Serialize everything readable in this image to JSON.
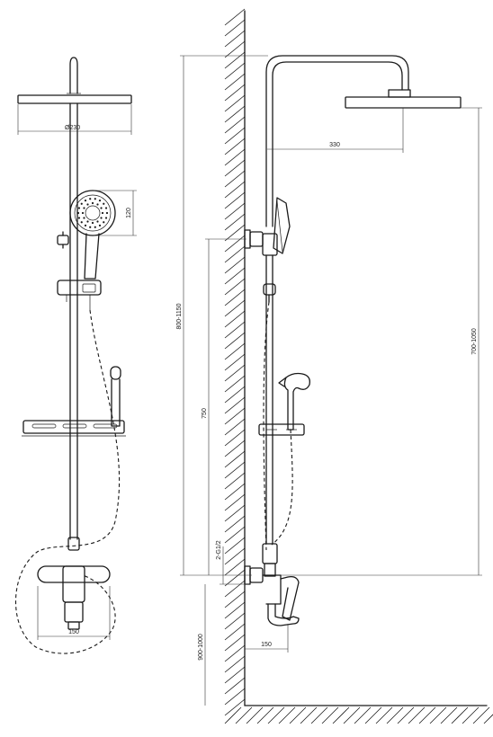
{
  "dimensions": {
    "head_diameter": "Ø230",
    "hand_shower_size": "120",
    "front_mixer_width": "150",
    "arm_reach": "330",
    "total_height": "800-1150",
    "bar_length": "750",
    "connection": "2-G1/2",
    "mixer_height": "900-1000",
    "side_mixer_width": "150",
    "head_height": "700-1050"
  }
}
